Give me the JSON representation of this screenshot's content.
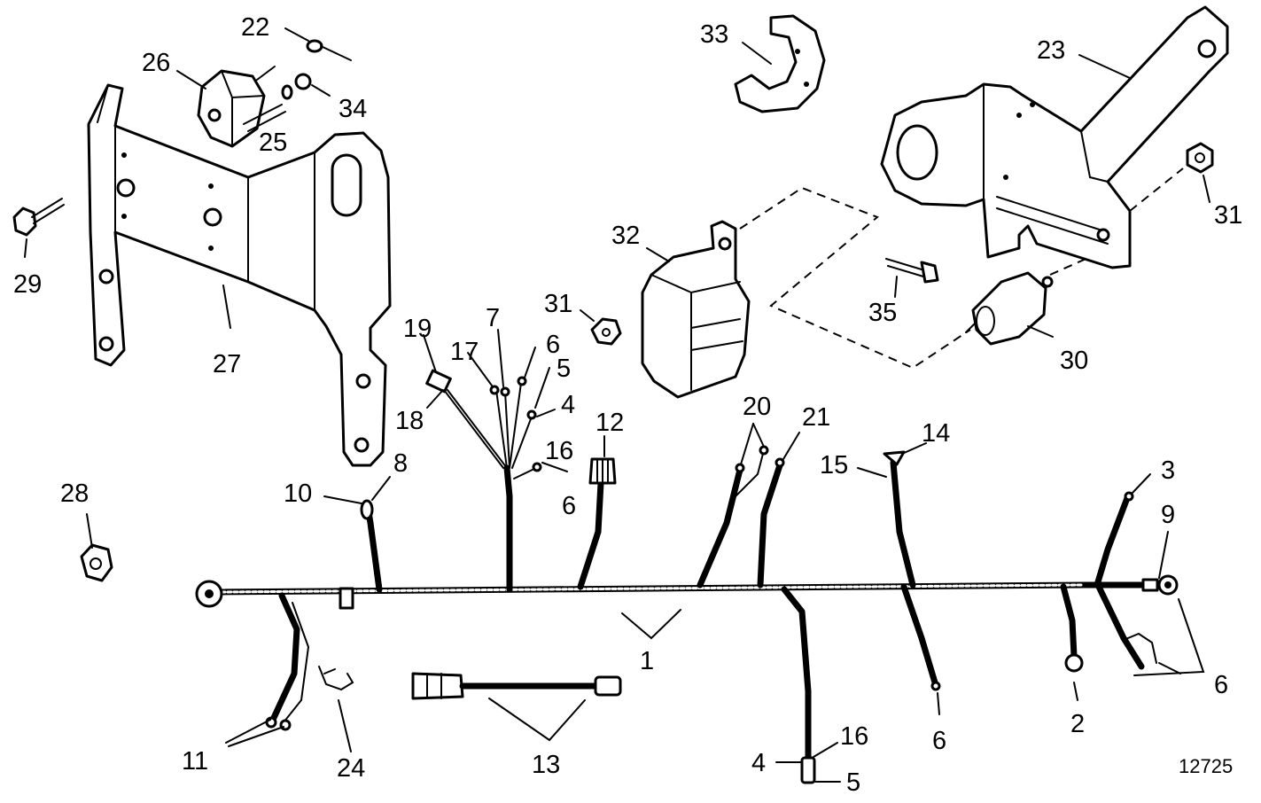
{
  "figure_id": "12725",
  "callouts": [
    {
      "key": "c22",
      "text": "22"
    },
    {
      "key": "c26",
      "text": "26"
    },
    {
      "key": "c34",
      "text": "34"
    },
    {
      "key": "c25",
      "text": "25"
    },
    {
      "key": "c29",
      "text": "29"
    },
    {
      "key": "c27",
      "text": "27"
    },
    {
      "key": "c33",
      "text": "33"
    },
    {
      "key": "c23",
      "text": "23"
    },
    {
      "key": "c31a",
      "text": "31"
    },
    {
      "key": "c32",
      "text": "32"
    },
    {
      "key": "c31b",
      "text": "31"
    },
    {
      "key": "c35",
      "text": "35"
    },
    {
      "key": "c30",
      "text": "30"
    },
    {
      "key": "c19",
      "text": "19"
    },
    {
      "key": "c7",
      "text": "7"
    },
    {
      "key": "c6a",
      "text": "6"
    },
    {
      "key": "c17",
      "text": "17"
    },
    {
      "key": "c5a",
      "text": "5"
    },
    {
      "key": "c4a",
      "text": "4"
    },
    {
      "key": "c18",
      "text": "18"
    },
    {
      "key": "c12",
      "text": "12"
    },
    {
      "key": "c16a",
      "text": "16"
    },
    {
      "key": "c20",
      "text": "20"
    },
    {
      "key": "c21",
      "text": "21"
    },
    {
      "key": "c14",
      "text": "14"
    },
    {
      "key": "c15",
      "text": "15"
    },
    {
      "key": "c3",
      "text": "3"
    },
    {
      "key": "c10",
      "text": "10"
    },
    {
      "key": "c8",
      "text": "8"
    },
    {
      "key": "c6b",
      "text": "6"
    },
    {
      "key": "c28",
      "text": "28"
    },
    {
      "key": "c9",
      "text": "9"
    },
    {
      "key": "c1",
      "text": "1"
    },
    {
      "key": "c6c",
      "text": "6"
    },
    {
      "key": "c2",
      "text": "2"
    },
    {
      "key": "c6d",
      "text": "6"
    },
    {
      "key": "c11",
      "text": "11"
    },
    {
      "key": "c24",
      "text": "24"
    },
    {
      "key": "c13",
      "text": "13"
    },
    {
      "key": "c16b",
      "text": "16"
    },
    {
      "key": "c4b",
      "text": "4"
    },
    {
      "key": "c5b",
      "text": "5"
    }
  ]
}
